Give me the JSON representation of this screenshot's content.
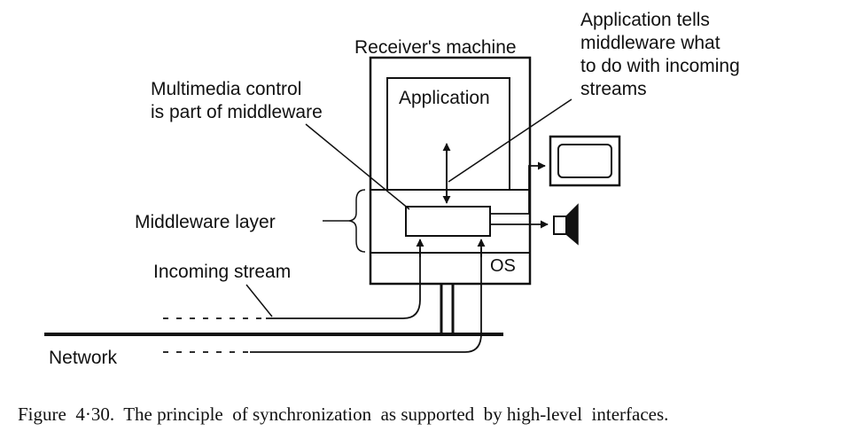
{
  "labels": {
    "receivers_machine": "Receiver's machine",
    "application": "Application",
    "app_tells_line1": "Application tells",
    "app_tells_line2": "middleware what",
    "app_tells_line3": "to do with incoming",
    "app_tells_line4": "streams",
    "multimedia_line1": "Multimedia control",
    "multimedia_line2": "is part of middleware",
    "middleware_layer": "Middleware layer",
    "incoming_stream": "Incoming stream",
    "os": "OS",
    "network": "Network"
  },
  "caption": "Figure  4·30.  The principle  of synchronization  as supported  by high-level  interfaces."
}
